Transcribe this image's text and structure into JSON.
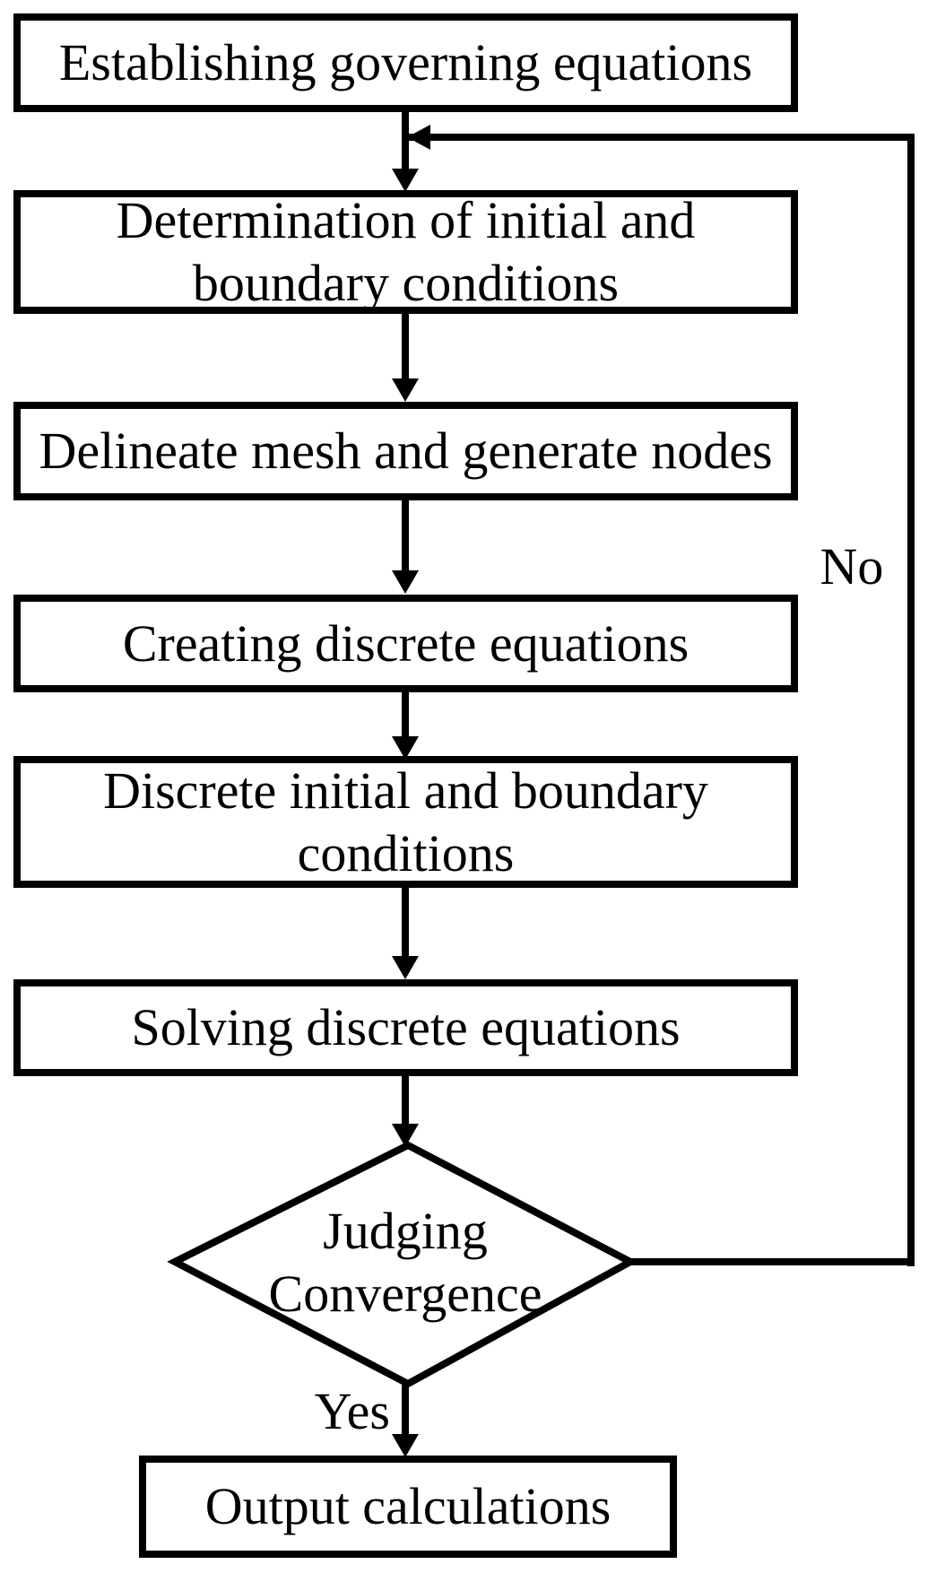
{
  "flowchart": {
    "type": "flowchart",
    "background_color": "#ffffff",
    "stroke_color": "#000000",
    "nodes": [
      {
        "id": "establishing-governing-equations",
        "shape": "rectangle",
        "label": "Establishing governing equations"
      },
      {
        "id": "determination-of-initial-and-boundary-conditions",
        "shape": "rectangle",
        "label": "Determination of initial and boundary conditions"
      },
      {
        "id": "delineate-mesh-and-generate-nodes",
        "shape": "rectangle",
        "label": "Delineate mesh and generate nodes"
      },
      {
        "id": "creating-discrete-equations",
        "shape": "rectangle",
        "label": "Creating discrete equations"
      },
      {
        "id": "discrete-initial-and-boundary-conditions",
        "shape": "rectangle",
        "label": "Discrete initial and boundary conditions"
      },
      {
        "id": "solving-discrete-equations",
        "shape": "rectangle",
        "label": "Solving discrete equations"
      },
      {
        "id": "judging-convergence",
        "shape": "diamond",
        "label": "Judging Convergence"
      },
      {
        "id": "output-calculations",
        "shape": "rectangle",
        "label": "Output calculations"
      }
    ],
    "edges": [
      {
        "from": "establishing-governing-equations",
        "to": "determination-of-initial-and-boundary-conditions",
        "label": ""
      },
      {
        "from": "determination-of-initial-and-boundary-conditions",
        "to": "delineate-mesh-and-generate-nodes",
        "label": ""
      },
      {
        "from": "delineate-mesh-and-generate-nodes",
        "to": "creating-discrete-equations",
        "label": ""
      },
      {
        "from": "creating-discrete-equations",
        "to": "discrete-initial-and-boundary-conditions",
        "label": ""
      },
      {
        "from": "discrete-initial-and-boundary-conditions",
        "to": "solving-discrete-equations",
        "label": ""
      },
      {
        "from": "solving-discrete-equations",
        "to": "judging-convergence",
        "label": ""
      },
      {
        "from": "judging-convergence",
        "to": "output-calculations",
        "label": "Yes"
      },
      {
        "from": "judging-convergence",
        "to": "determination-of-initial-and-boundary-conditions",
        "label": "No"
      }
    ],
    "edge_labels": {
      "yes": "Yes",
      "no": "No"
    }
  }
}
